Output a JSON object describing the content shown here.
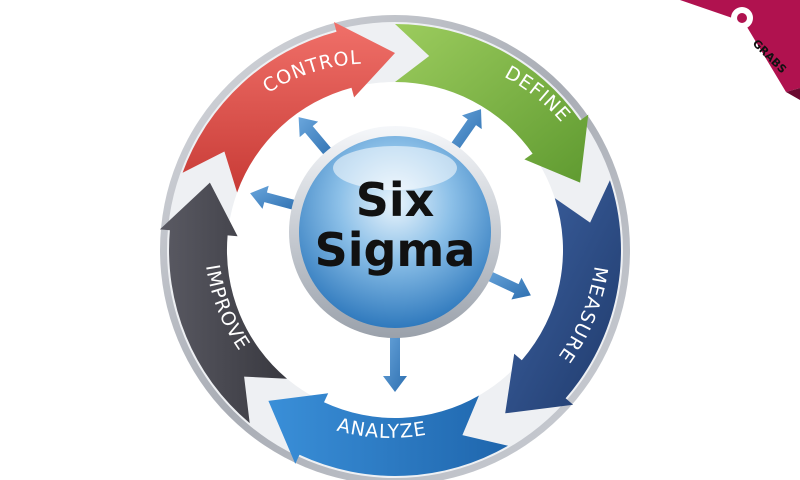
{
  "diagram": {
    "center": {
      "line1": "Six",
      "line2": "Sigma"
    },
    "stages": [
      {
        "key": "control",
        "label": "CONTROL",
        "color": "#e0504a"
      },
      {
        "key": "define",
        "label": "DEFINE",
        "color": "#7db844"
      },
      {
        "key": "measure",
        "label": "MEASURE",
        "color": "#2f4f8a"
      },
      {
        "key": "analyze",
        "label": "ANALYZE",
        "color": "#2b78c4"
      },
      {
        "key": "improve",
        "label": "IMPROVE",
        "color": "#4a4a52"
      }
    ],
    "colors": {
      "ring": "#b9bcc3",
      "inner_bg": "#ffffff",
      "center_blue": "#3c86c9",
      "center_light": "#cfe5f7",
      "spoke_arrows": "#3d82c4"
    }
  },
  "badge": {
    "text": "GRABS",
    "color": "#b0124f"
  }
}
